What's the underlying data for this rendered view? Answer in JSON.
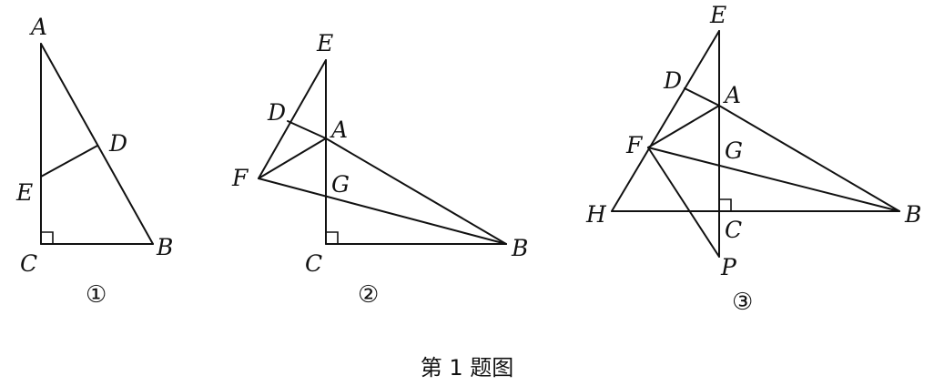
{
  "caption": "第 1 题图",
  "figures": [
    {
      "number_label": "①",
      "points": {
        "A": "A",
        "B": "B",
        "C": "C",
        "D": "D",
        "E": "E"
      }
    },
    {
      "number_label": "②",
      "points": {
        "A": "A",
        "B": "B",
        "C": "C",
        "D": "D",
        "E": "E",
        "F": "F",
        "G": "G"
      }
    },
    {
      "number_label": "③",
      "points": {
        "A": "A",
        "B": "B",
        "C": "C",
        "D": "D",
        "E": "E",
        "F": "F",
        "G": "G",
        "H": "H",
        "P": "P"
      }
    }
  ]
}
